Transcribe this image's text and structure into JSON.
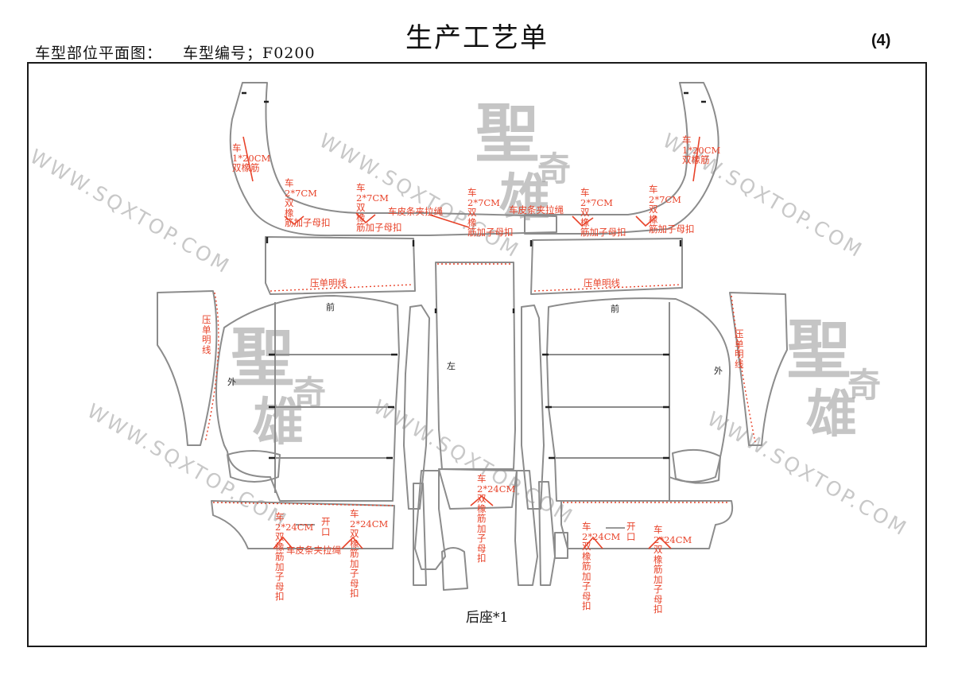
{
  "header": {
    "title": "生产工艺单",
    "label_plan": "车型部位平面图：",
    "label_code": "车型编号；F0200",
    "page_number": "(4)"
  },
  "caption": "后座*1",
  "watermark": {
    "url": "WWW.SQXTOP.COM",
    "brand_big": "聖",
    "brand_small": "奇",
    "brand_mid": "雄"
  },
  "piece_labels": {
    "front_left": "前",
    "front_right": "前",
    "outer_left": "外",
    "outer_right": "外",
    "left": "左"
  },
  "annotations": {
    "a1": "车",
    "a1b": "1*20CM",
    "a1c": "双橡筋",
    "a2": "车",
    "a2b": "1*20CM",
    "a2c": "双橡筋",
    "b1": "车",
    "b1b": "2*7CM",
    "b1c": "双",
    "b1d": "橡",
    "b1e": "筋加子母扣",
    "b2": "车",
    "b2b": "2*7CM",
    "b2c": "双",
    "b2d": "橡",
    "b2e": "筋加子母扣",
    "b3": "车",
    "b3b": "2*7CM",
    "b3c": "双",
    "b3d": "橡",
    "b3e": "筋加子母扣",
    "b4": "车",
    "b4b": "2*7CM",
    "b4c": "双",
    "b4d": "橡",
    "b4e": "筋加子母扣",
    "b5": "车",
    "b5b": "2*7CM",
    "b5c": "双",
    "b5d": "橡",
    "b5e": "筋加子母扣",
    "strip1": "车皮条夹拉绳",
    "strip2": "车皮条夹拉绳",
    "strip3": "车皮条夹拉绳",
    "press1": "压单明线",
    "press2": "压单明线",
    "press3": "压单明线",
    "press4": "压单明线",
    "c1": "车",
    "c1b": "2*24CM",
    "c1c": "双橡筋加子母扣",
    "c2": "车",
    "c2b": "2*24CM",
    "c2c": "双橡筋加子母扣",
    "c3": "车",
    "c3b": "2*24CM",
    "c3c": "双橡筋加子母扣",
    "c4": "车",
    "c4b": "2*24CM",
    "c4c": "双橡筋加子母扣",
    "c5": "车",
    "c5b": "2*24CM",
    "c5c": "双橡筋加子母扣",
    "open1": "开",
    "open1b": "口",
    "open2": "开",
    "open2b": "口"
  },
  "colors": {
    "annotation": "#e8432a",
    "outline": "#8c8c8c",
    "frame": "#1a1a1a"
  }
}
